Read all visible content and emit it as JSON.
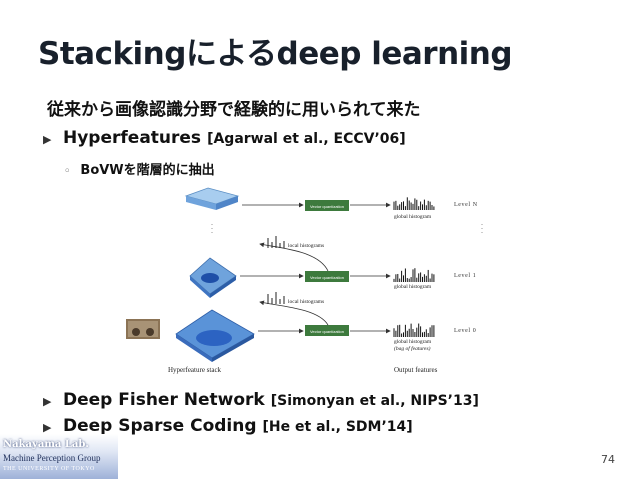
{
  "slide": {
    "title": "Stackingによるdeep learning",
    "intro": "従来から画像認識分野で経験的に用いられて来た",
    "bullets": [
      {
        "main": "Hyperfeatures",
        "ref": "[Agarwal et al., ECCV’06]"
      },
      {
        "main": "Deep Fisher Network",
        "ref": "[Simonyan et al., NIPS’13]"
      },
      {
        "main": "Deep Sparse Coding",
        "ref": "[He et al., SDM’14]"
      }
    ],
    "sub_bullet": "BoVWを階層的に抽出",
    "bullet_arrow": "▶",
    "sub_marker": "◦",
    "page_number": "74"
  },
  "figure": {
    "labels": {
      "vector_quantization": "Vector quantization",
      "global_histogram": "global histogram",
      "local_histograms": "local histograms",
      "bag_of_features": "(bag of features)",
      "hyperfeature_stack": "Hyperfeature stack",
      "output_features": "Output features",
      "level_n": "Level N",
      "level_1": "Level 1",
      "level_0": "Level 0"
    },
    "colors": {
      "pyramid_top": "#7fb6e8",
      "pyramid_mid": "#4f8fd8",
      "pyramid_base": "#2f6fd0",
      "box": "#3d7a3d"
    }
  },
  "logo": {
    "line1": "Nakayama Lab.",
    "line2": "Machine Perception Group",
    "line3": "THE UNIVERSITY OF TOKYO"
  }
}
